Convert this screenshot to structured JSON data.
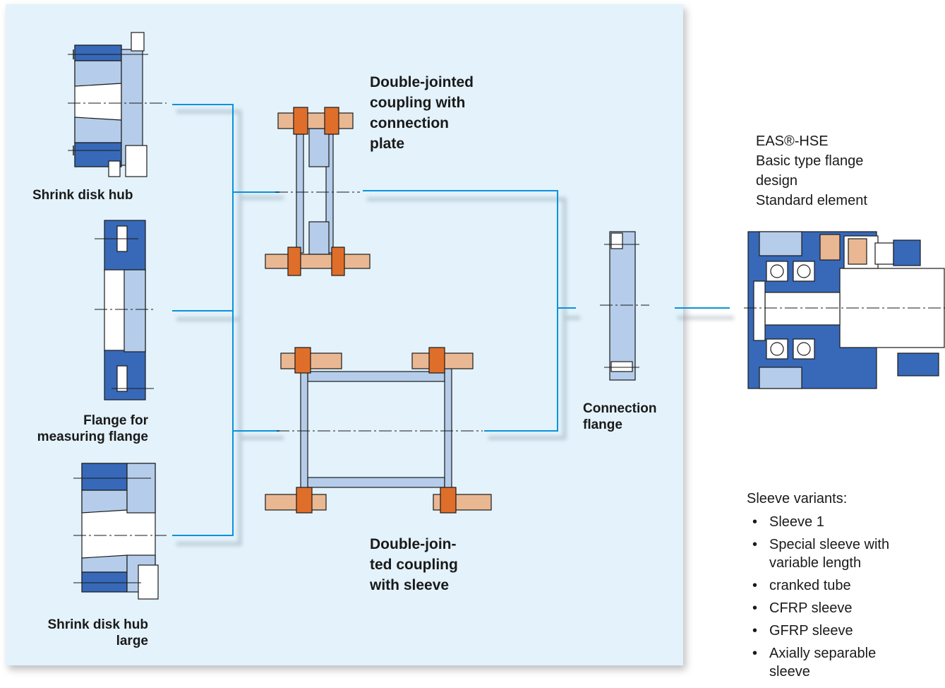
{
  "colors": {
    "panel": "#e3f2fb",
    "connector": "#0a93d8",
    "dark_blue": "#3769b8",
    "light_blue": "#b5cdea",
    "copper": "#e9b892",
    "orange": "#df6e2a"
  },
  "labels": {
    "shrink_disk_hub": "Shrink disk hub",
    "flange_measuring_line1": "Flange for",
    "flange_measuring_line2": "measuring flange",
    "shrink_disk_hub_large_line1": "Shrink disk hub",
    "shrink_disk_hub_large_line2": "large",
    "djc_plate_lines": [
      "Double-jointed",
      "coupling with",
      "connection",
      "plate"
    ],
    "djc_sleeve_lines": [
      "Double-join-",
      "ted coupling",
      "with sleeve"
    ],
    "connection_flange_lines": [
      "Connection",
      "flange"
    ],
    "eas_lines": [
      "EAS®-HSE",
      "Basic type flange",
      "design",
      "Standard element"
    ]
  },
  "sleeve_variants": {
    "title": "Sleeve variants:",
    "bullet": "•",
    "items": [
      [
        "Sleeve 1"
      ],
      [
        "Special sleeve with",
        "variable length"
      ],
      [
        "cranked tube"
      ],
      [
        "CFRP sleeve"
      ],
      [
        "GFRP sleeve"
      ],
      [
        "Axially separable",
        "sleeve"
      ]
    ]
  }
}
